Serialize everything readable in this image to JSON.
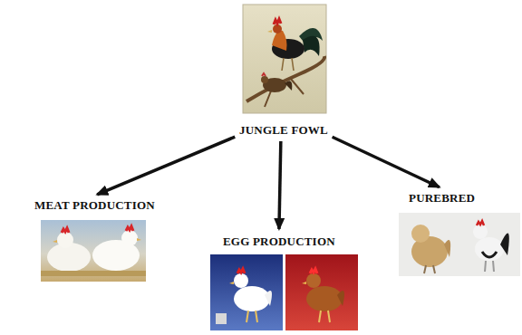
{
  "diagram": {
    "nodes": [
      {
        "text": [
          "JUNGLE FOWL"
        ]
      },
      {
        "text": [
          "MEAT PRODUCTION"
        ]
      },
      {
        "text": [
          "EGG PRODUCTION"
        ]
      },
      {
        "text": [
          "PUREBRED"
        ]
      }
    ],
    "edges": [
      {
        "from": 0,
        "to": 1,
        "arrow": "to"
      },
      {
        "from": 0,
        "to": 2,
        "arrow": "to"
      },
      {
        "from": 0,
        "to": 3,
        "arrow": "to"
      }
    ]
  }
}
